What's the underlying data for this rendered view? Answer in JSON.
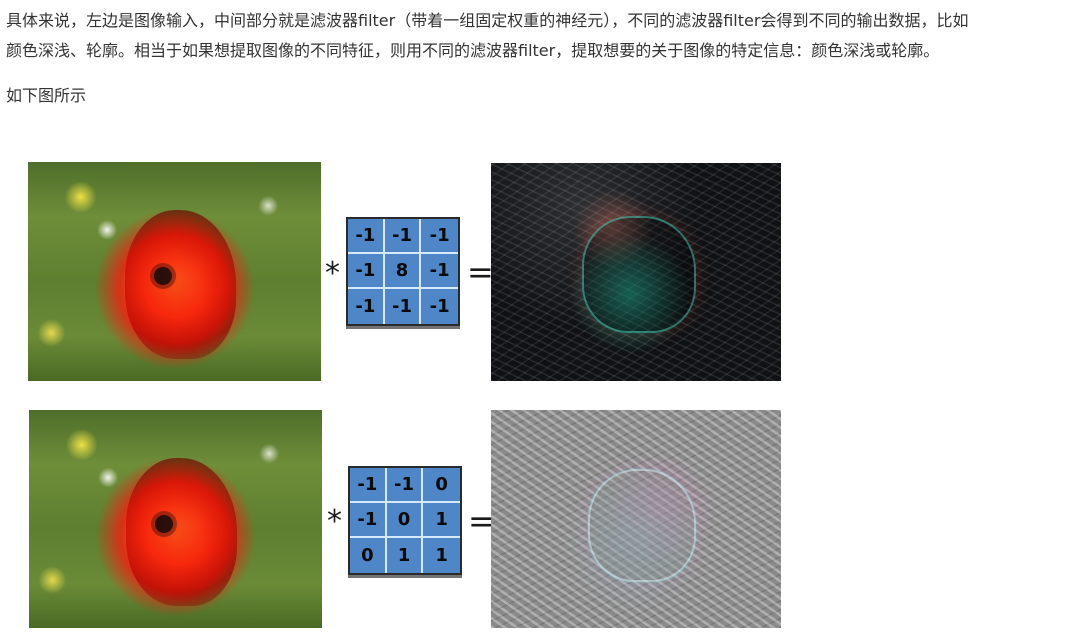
{
  "article": {
    "paragraph_lines": [
      "具体来说，左边是图像输入，中间部分就是滤波器filter（带着一组固定权重的神经元），不同的滤波器filter会得到不同的输出数据，比如",
      "颜色深浅、轮廓。相当于如果想提取图像的不同特征，则用不同的滤波器filter，提取想要的关于图像的特定信息：颜色深浅或轮廓。"
    ],
    "caption": "如下图所示"
  },
  "figure": {
    "operators": {
      "convolve": "*",
      "equals": "="
    },
    "kernels": [
      {
        "cells": [
          "-1",
          "-1",
          "-1",
          "-1",
          "8",
          "-1",
          "-1",
          "-1",
          "-1"
        ]
      },
      {
        "cells": [
          "-1",
          "-1",
          "0",
          "-1",
          "0",
          "1",
          "0",
          "1",
          "1"
        ]
      }
    ],
    "images": {
      "input_1": "poppy-input",
      "output_1": "edge-detection-output",
      "input_2": "poppy-input",
      "output_2": "emboss-output"
    }
  }
}
